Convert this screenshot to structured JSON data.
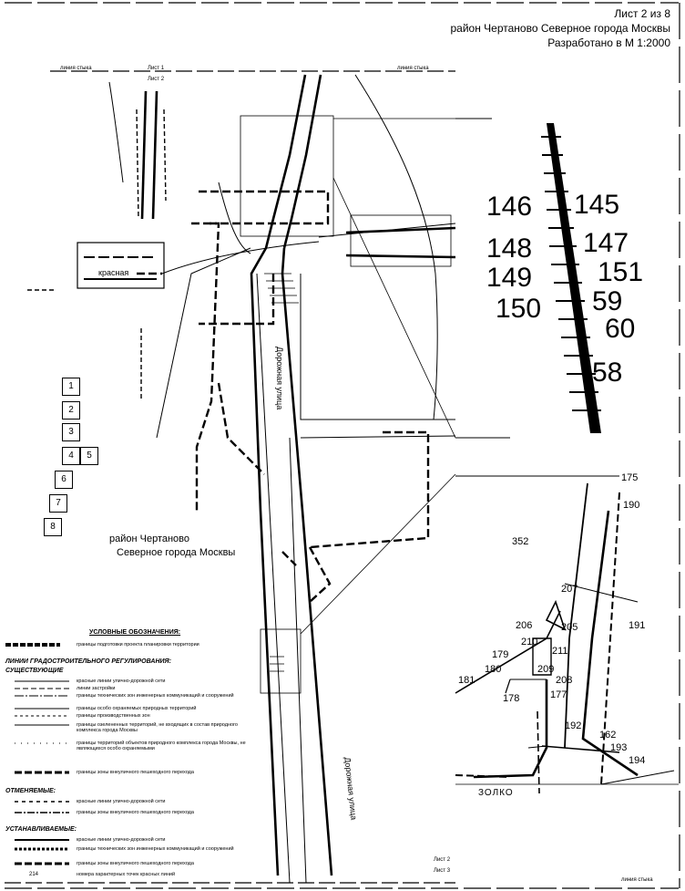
{
  "header": {
    "sheet": "Лист 2 из 8",
    "district": "район  Чертаново Северное города Москвы",
    "scale": "Разработано в М 1:2000"
  },
  "map": {
    "joint_line_left": "линия стыка",
    "joint_line_right": "линия стыка",
    "joint_line_bottom": "линия стыка",
    "sheet1": "Лист 1",
    "sheet2_top": "Лист 2",
    "sheet2_bottom": "Лист 2",
    "sheet3_bottom": "Лист 3",
    "street_upper": "Дорожная улица",
    "street_lower": "Дорожная улица",
    "district_line1": "район Чертаново",
    "district_line2": "Северное города Москвы",
    "legend_box_red": "красная",
    "inset_bottom_label": "ЗОЛКО"
  },
  "inset_top": {
    "labels": [
      "146",
      "145",
      "148",
      "147",
      "149",
      "151",
      "150",
      "59",
      "60",
      "58"
    ]
  },
  "inset_bottom": {
    "labels": [
      "175",
      "190",
      "352",
      "207",
      "191",
      "206",
      "205",
      "210",
      "211",
      "179",
      "180",
      "181",
      "209",
      "208",
      "178",
      "177",
      "192",
      "162",
      "193",
      "194"
    ]
  },
  "sheet_grid": {
    "cells": [
      "1",
      "2",
      "3",
      "4",
      "5",
      "6",
      "7",
      "8"
    ]
  },
  "legend": {
    "title": "УСЛОВНЫЕ ОБОЗНАЧЕНИЯ:",
    "project_boundary": "границы подготовки проекта планировки территории",
    "section_title": "ЛИНИИ ГРАДОСТРОИТЕЛЬНОГО РЕГУЛИРОВАНИЯ:",
    "existing": "СУЩЕСТВУЮЩИЕ",
    "existing_items": [
      "красные линии улично-дорожной сети",
      "линии застройки",
      "границы технических зон инженерных коммуникаций и сооружений",
      "границы особо охраняемых природных территорий",
      "границы производственных зон",
      "границы озелененных территорий, не входящих в состав природного комплекса города Москвы",
      "границы территорий объектов природного комплекса города Москвы, не являющихся особо охраняемыми",
      "границы зоны внеуличного пешеходного перехода"
    ],
    "cancelled": "ОТМЕНЯЕМЫЕ:",
    "cancelled_items": [
      "красные линии улично-дорожной сети",
      "границы зоны внеуличного пешеходного перехода"
    ],
    "established": "УСТАНАВЛИВАЕМЫЕ:",
    "established_items": [
      "красные линии улично-дорожной сети",
      "границы технических зон инженерных коммуникаций и сооружений",
      "границы зоны внеуличного пешеходного перехода",
      "номера характерных точек красных линий"
    ],
    "point_sample": "214"
  }
}
